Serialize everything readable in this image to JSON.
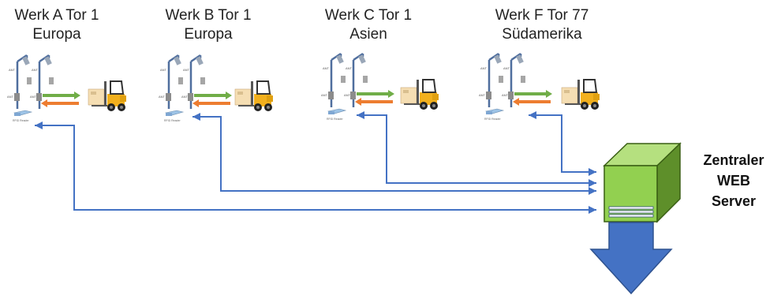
{
  "sites": [
    {
      "name": "Werk A Tor 1",
      "region": "Europa"
    },
    {
      "name": "Werk B Tor 1",
      "region": "Europa"
    },
    {
      "name": "Werk C Tor 1",
      "region": "Asien"
    },
    {
      "name": "Werk F Tor 77",
      "region": "Südamerika"
    }
  ],
  "server": {
    "line1": "Zentraler",
    "line2": "WEB",
    "line3": "Server"
  },
  "colors": {
    "connector": "#4472C4",
    "server_front": "#92D050",
    "server_side": "#5E8F2A",
    "server_top": "#B5E07F",
    "output_arrow": "#4472C4",
    "gate_pole": "#4F6E9E",
    "forklift": "#F2B01E",
    "flow_in": "#70AD47",
    "flow_out": "#ED7D31"
  },
  "icons": [
    "rfid-gate-icon",
    "forklift-icon",
    "server-box-icon",
    "down-arrow-icon"
  ]
}
